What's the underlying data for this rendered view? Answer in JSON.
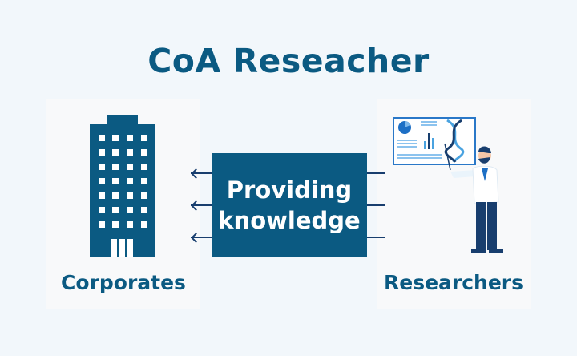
{
  "title": "CoA Reseacher",
  "left_panel": {
    "label": "Corporates",
    "icon": "building-icon"
  },
  "center": {
    "line1": "Providing",
    "line2": "knowledge"
  },
  "right_panel": {
    "label": "Researchers",
    "icon": "scientist-presenting-icon"
  },
  "colors": {
    "primary": "#0b5a82",
    "arrow": "#183e6e",
    "background": "#f2f7fb",
    "panel": "#f8f9fa"
  }
}
